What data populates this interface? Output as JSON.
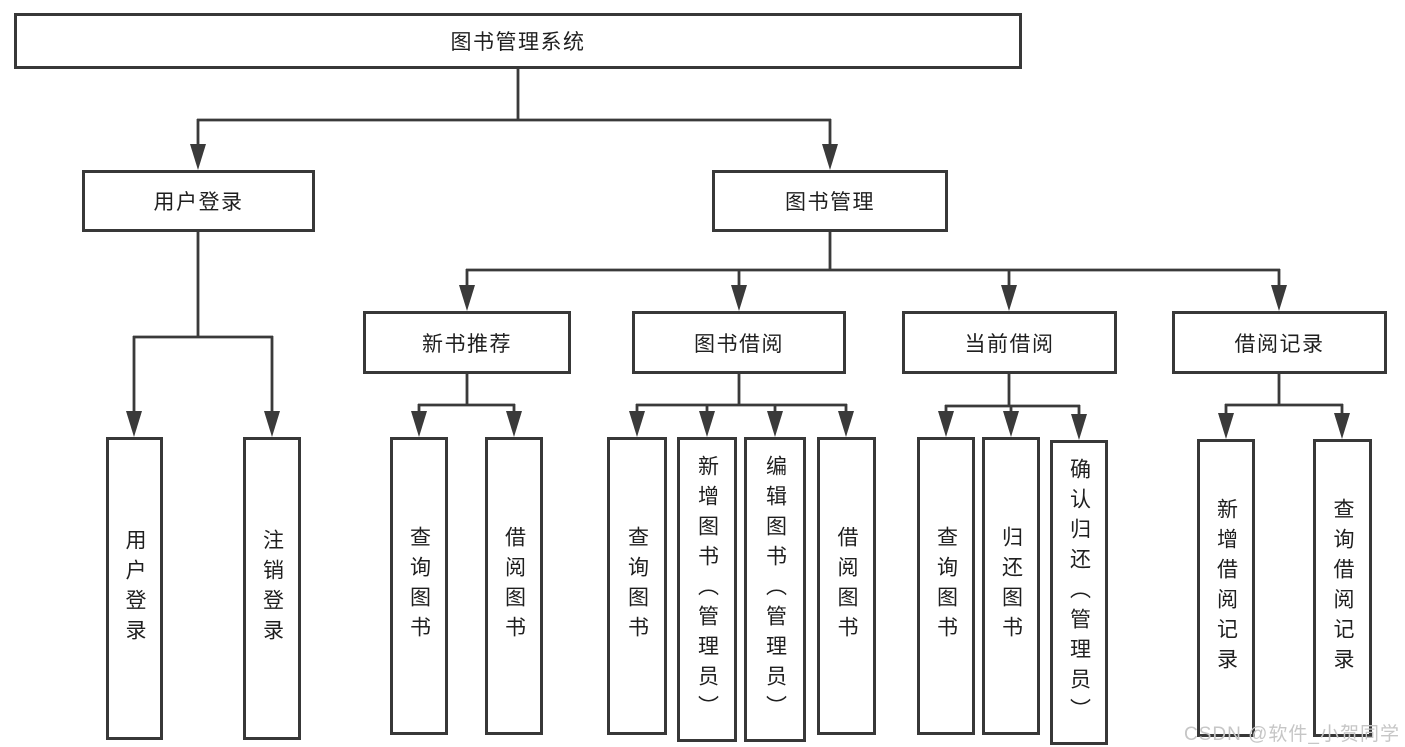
{
  "tree": {
    "root": "图书管理系统",
    "user_login": "用户登录",
    "book_management": "图书管理",
    "user_login_children": {
      "login": "用户登录",
      "logout": "注销登录"
    },
    "book_management_children": {
      "new_book_recommend": "新书推荐",
      "book_borrowing": "图书借阅",
      "current_borrowing": "当前借阅",
      "borrowing_records": "借阅记录"
    },
    "new_book_recommend_children": {
      "query_books": "查询图书",
      "borrow_books": "借阅图书"
    },
    "book_borrowing_children": {
      "query_books": "查询图书",
      "add_books_admin": "新增图书（管理员）",
      "edit_books_admin": "编辑图书（管理员）",
      "borrow_books": "借阅图书"
    },
    "current_borrowing_children": {
      "query_books": "查询图书",
      "return_books": "归还图书",
      "confirm_return_admin": "确认归还（管理员）"
    },
    "borrowing_records_children": {
      "add_borrowing_record": "新增借阅记录",
      "query_borrowing_record": "查询借阅记录"
    }
  },
  "watermark": "CSDN @软件_小贺同学",
  "colors": {
    "line": "#3a3a3a",
    "border": "#383838",
    "text": "#1f1f1f",
    "watermark": "#c6c6c6",
    "background": "#ffffff"
  }
}
